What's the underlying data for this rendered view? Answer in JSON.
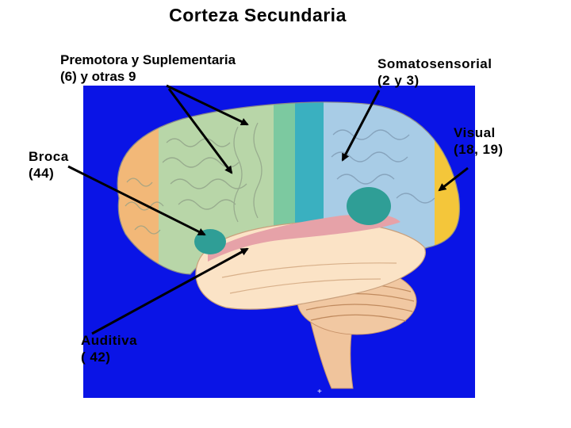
{
  "title": "Corteza Secundaria",
  "labels": {
    "premotora_line1": "Premotora y Suplementaria",
    "premotora_line2": "(6) y otras 9",
    "somatosensorial_line1": "Somatosensorial",
    "somatosensorial_line2": "(2 y 3)",
    "visual_line1": "Visual",
    "visual_line2": "(18, 19)",
    "broca_line1": "Broca",
    "broca_line2": "(44)",
    "auditiva_line1": "Auditiva",
    "auditiva_line2": "( 42)"
  },
  "colors": {
    "background_panel": "#0a14e6",
    "frontal_orange": "#f2b878",
    "premotor_green": "#b8d6a8",
    "somatosensory_teal": "#3ab0c0",
    "parietal_blue": "#a8cce6",
    "visual_yellow": "#f4c63a",
    "temporal_peach": "#fbe3c6",
    "auditory_pink": "#e6a2a8",
    "broca_teal": "#2f9e96",
    "cerebellum": "#f1c8a2",
    "arrow": "#000000"
  }
}
